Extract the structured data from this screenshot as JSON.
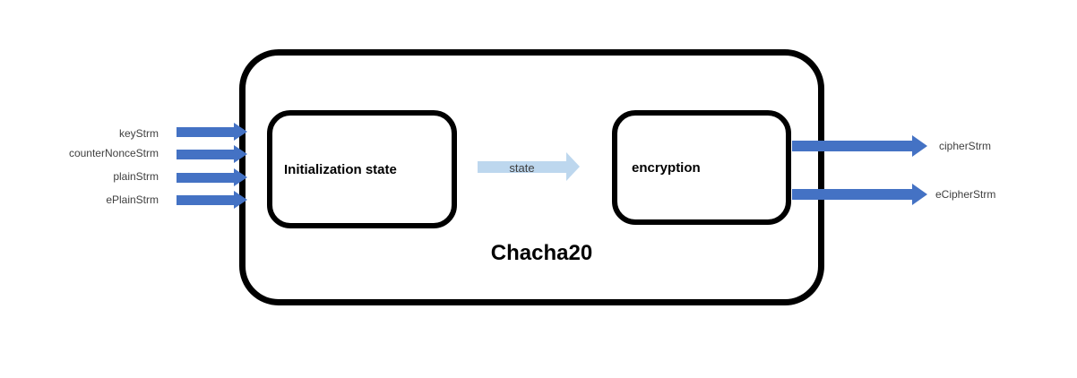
{
  "diagram": {
    "outer_label": "Chacha20",
    "blocks": [
      {
        "id": "initialization_state",
        "label": "Initialization state"
      },
      {
        "id": "encryption",
        "label": "encryption"
      }
    ],
    "inputs": [
      {
        "label": "keyStrm"
      },
      {
        "label": "counterNonceStrm"
      },
      {
        "label": "plainStrm"
      },
      {
        "label": "ePlainStrm"
      }
    ],
    "flow": {
      "label": "state",
      "from": "initialization_state",
      "to": "encryption"
    },
    "outputs": [
      {
        "label": "cipherStrm"
      },
      {
        "label": "eCipherStrm"
      }
    ],
    "colors": {
      "io_arrow_blue": "#4472C4",
      "state_arrow_light_blue": "#BDD7EE",
      "box_border": "#000000",
      "background": "#FFFFFF"
    }
  }
}
